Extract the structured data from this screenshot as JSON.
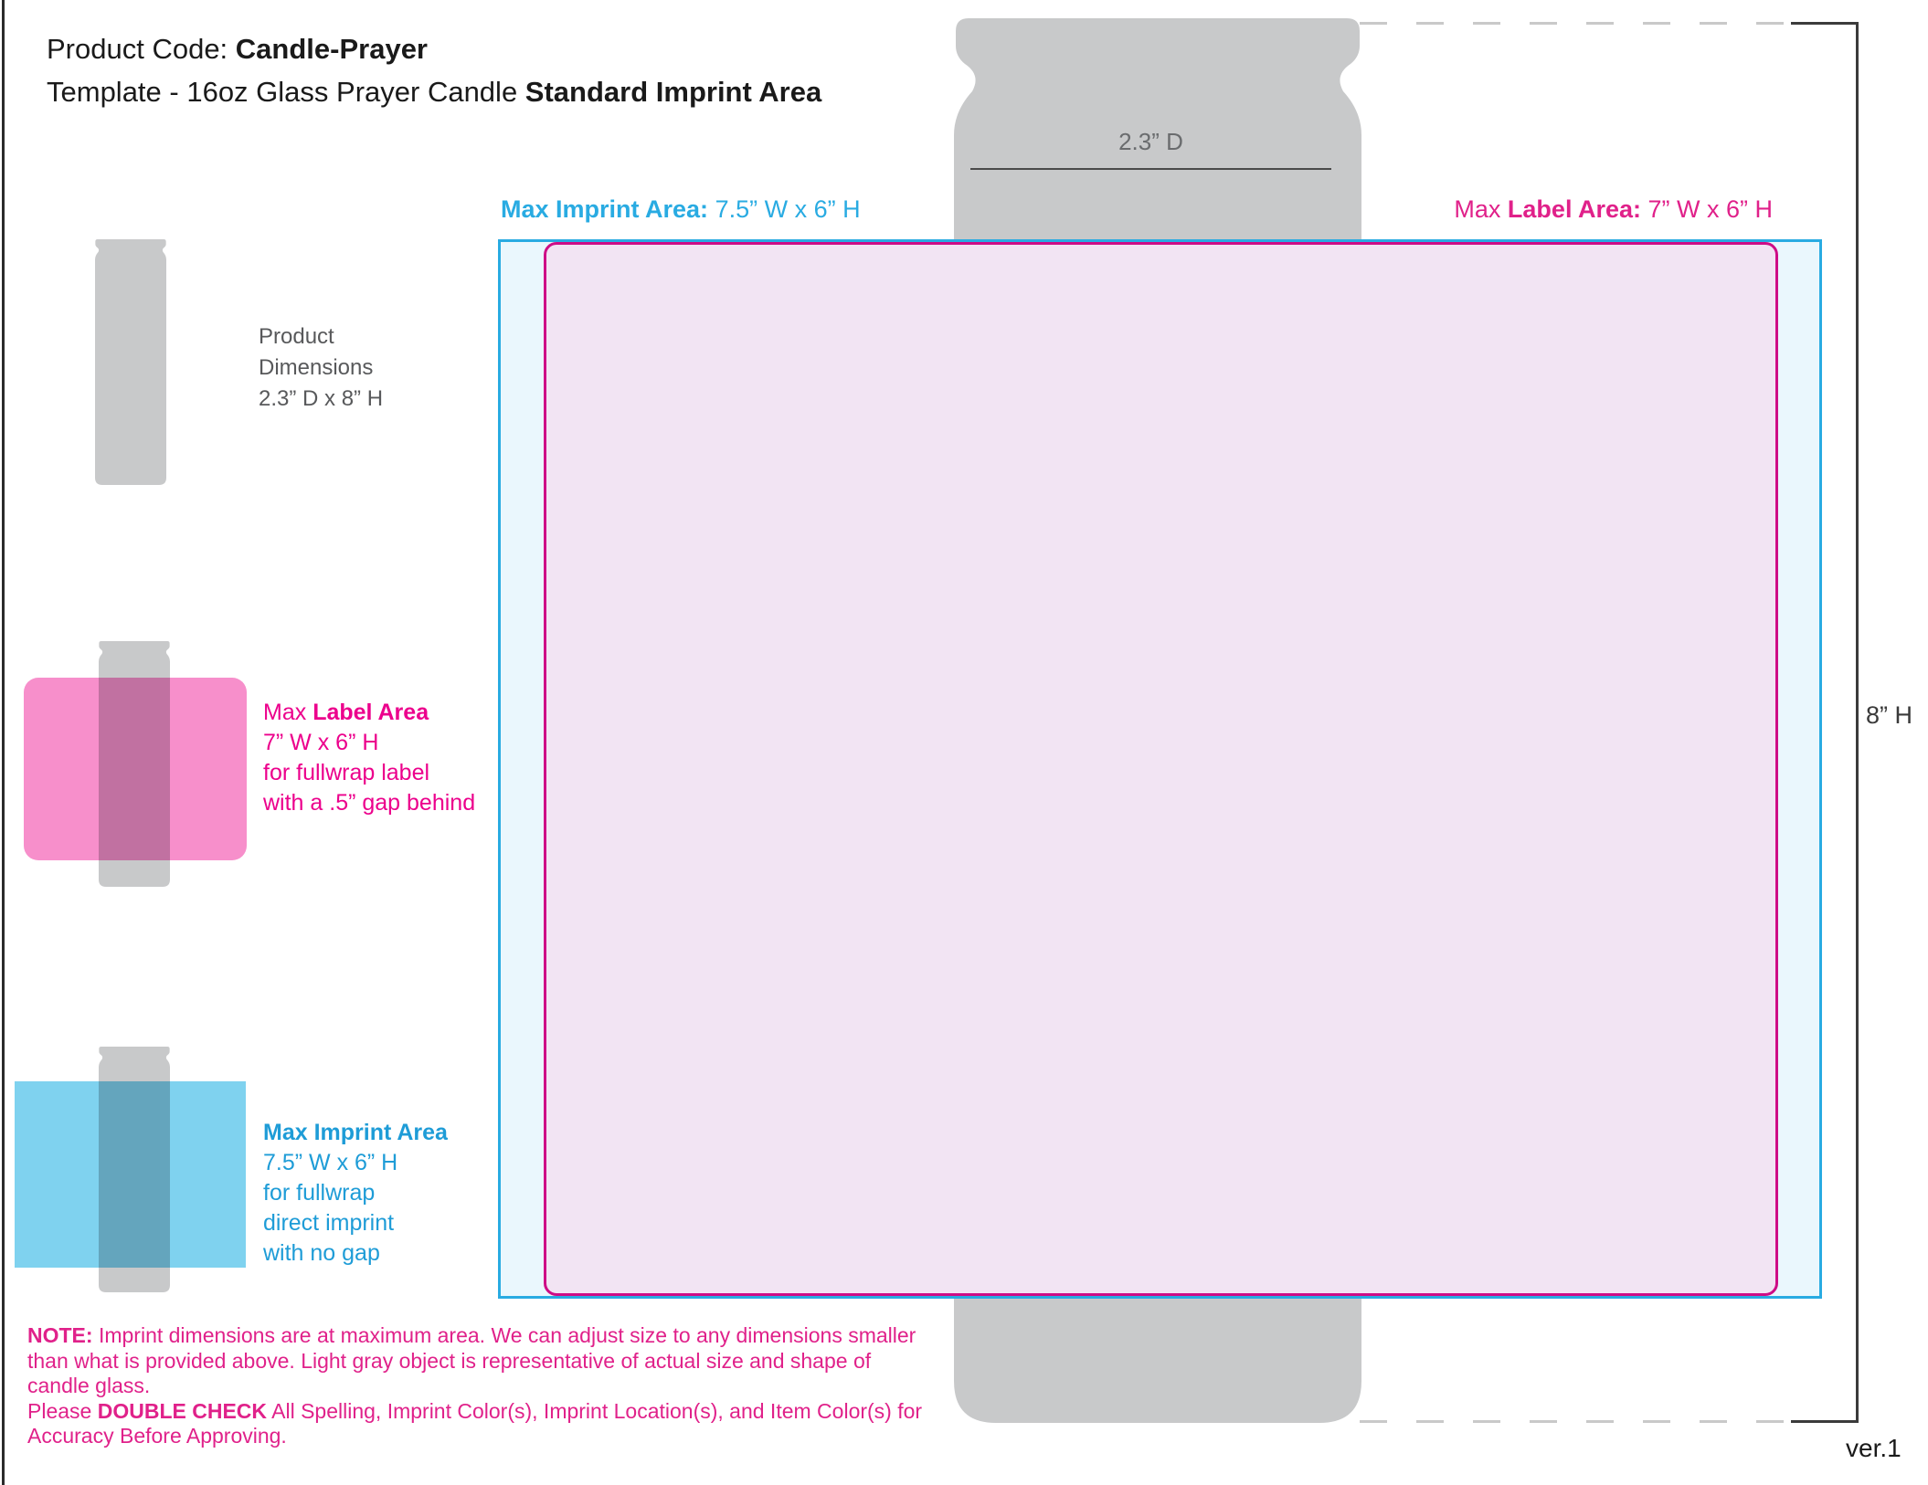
{
  "header": {
    "product_code_label": "Product Code: ",
    "product_code": "Candle-Prayer",
    "template_label": "Template - 16oz Glass Prayer Candle ",
    "template_bold": "Standard Imprint Area"
  },
  "imprint_area_caption": {
    "bold": "Max Imprint Area:",
    "value": " 7.5” W x 6” H"
  },
  "label_area_caption": {
    "prefix": "Max ",
    "bold": "Label Area:",
    "value": " 7” W x 6” H"
  },
  "dimensions": {
    "diameter": "2.3” D",
    "height": "8” H"
  },
  "legend": {
    "product": {
      "line1": "Product",
      "line2": "Dimensions",
      "line3": "2.3” D x 8” H"
    },
    "label_area": {
      "line1_prefix": "Max ",
      "line1_bold": "Label Area",
      "line2": "7” W x 6” H",
      "line3": "for fullwrap label",
      "line4": "with a .5” gap behind"
    },
    "imprint_area": {
      "line1_bold": "Max Imprint Area",
      "line2": "7.5” W x 6” H",
      "line3": "for fullwrap",
      "line4": "direct imprint",
      "line5": "with no gap"
    }
  },
  "note": {
    "line1_bold": "NOTE:",
    "line1_rest": " Imprint dimensions are at maximum area. We can adjust size to any dimensions smaller",
    "line2": "than what is provided above. Light gray object is representative of actual size and shape of",
    "line3": "candle glass.",
    "line4_prefix": "Please ",
    "line4_bold": "DOUBLE CHECK",
    "line4_rest": " All Spelling, Imprint Color(s), Imprint Location(s), and Item Color(s) for",
    "line5": "Accuracy Before Approving."
  },
  "version": "ver.1",
  "colors": {
    "imprint_cyan": "#29ABE2",
    "label_magenta": "#E0218A",
    "label_border": "#CE0D86",
    "candle_gray": "#C8C9CA",
    "small_label_pink": "#F78FCB",
    "small_imprint_blue": "#7FD2EF",
    "text_gray": "#58595B"
  }
}
